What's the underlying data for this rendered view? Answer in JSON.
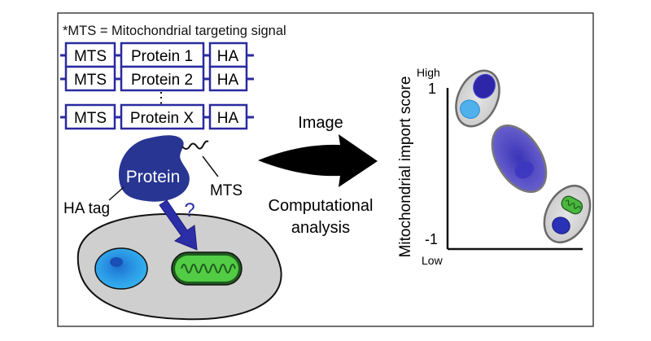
{
  "note": "*MTS = Mitochondrial targeting signal",
  "constructs": [
    {
      "mts": "MTS",
      "protein": "Protein 1",
      "tag": "HA"
    },
    {
      "mts": "MTS",
      "protein": "Protein 2",
      "tag": "HA"
    },
    {
      "mts": "MTS",
      "protein": "Protein X",
      "tag": "HA"
    }
  ],
  "ellipsis": "⋮",
  "cell_diagram": {
    "protein_label": "Protein",
    "mts_label": "MTS",
    "ha_tag_label": "HA tag",
    "question_mark": "?"
  },
  "process": {
    "image_label": "Image",
    "analysis_line1": "Computational",
    "analysis_line2": "analysis"
  },
  "plot": {
    "y_axis_label": "Mitochondrial import score",
    "high_label": "High",
    "low_label": "Low",
    "top_value": "1",
    "bottom_value": "-1"
  },
  "colors": {
    "frame": "#222222",
    "protein": "#283593",
    "construct_border": "#2a2aa0",
    "nucleus": "#29a9e8",
    "mito": "#46c33c",
    "cell": "#d0d0d0",
    "arrow": "#000000"
  }
}
